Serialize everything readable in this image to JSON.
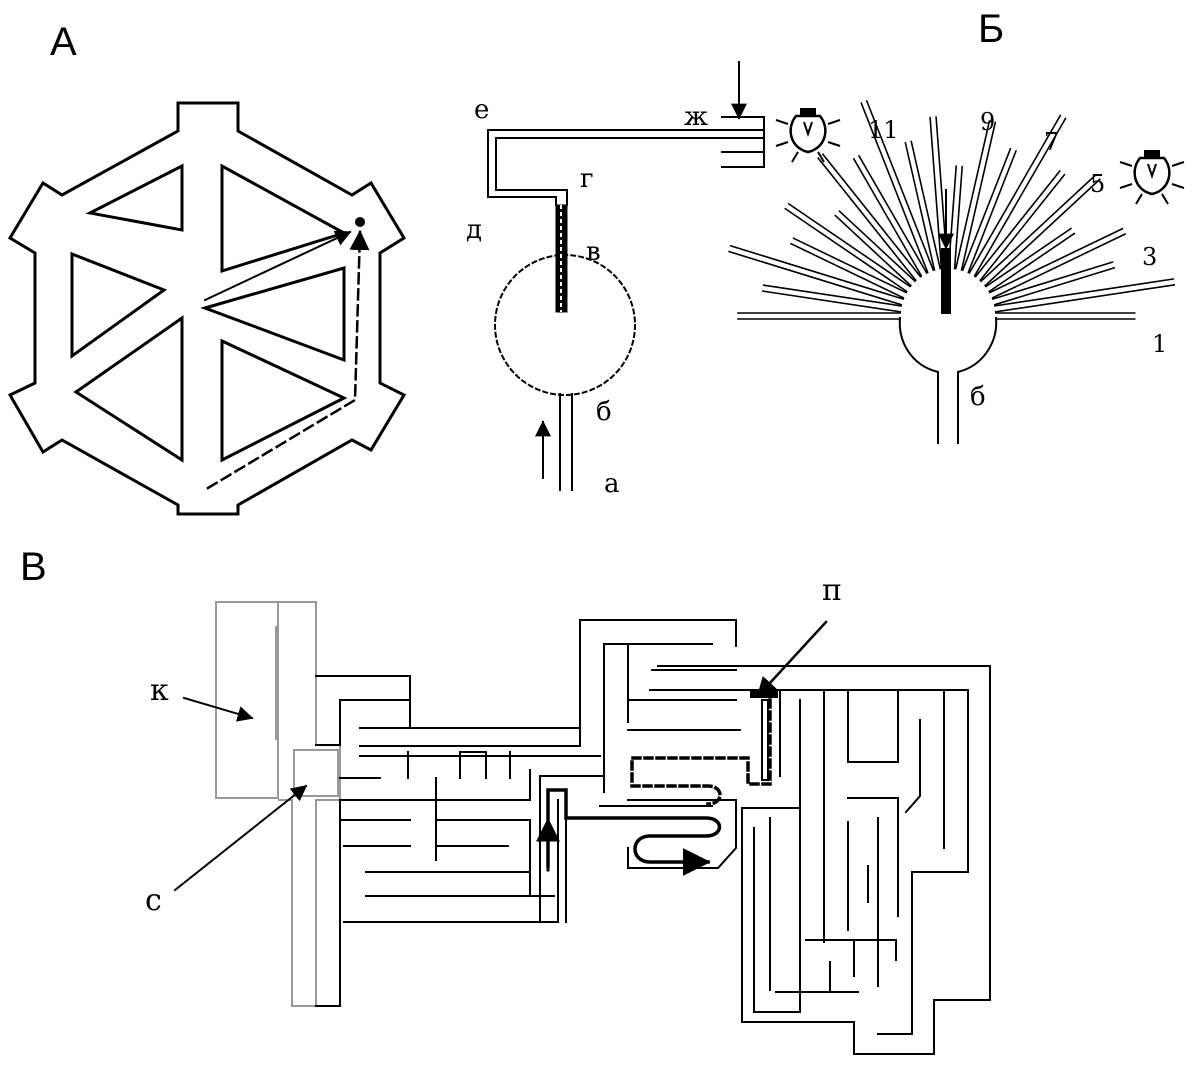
{
  "panels": {
    "a": {
      "label": "А"
    },
    "b": {
      "label": "Б",
      "apparatus_labels": [
        "е",
        "ж",
        "г",
        "д",
        "в",
        "б",
        "а"
      ],
      "sunburst_labels": [
        "11",
        "9",
        "7",
        "5",
        "3",
        "1",
        "б"
      ]
    },
    "c": {
      "label": "В",
      "labels": [
        "к",
        "с",
        "п"
      ]
    }
  },
  "colors": {
    "ink": "#000000",
    "background": "#ffffff"
  },
  "icons": [
    "light-bulb-icon",
    "light-bulb-icon"
  ]
}
